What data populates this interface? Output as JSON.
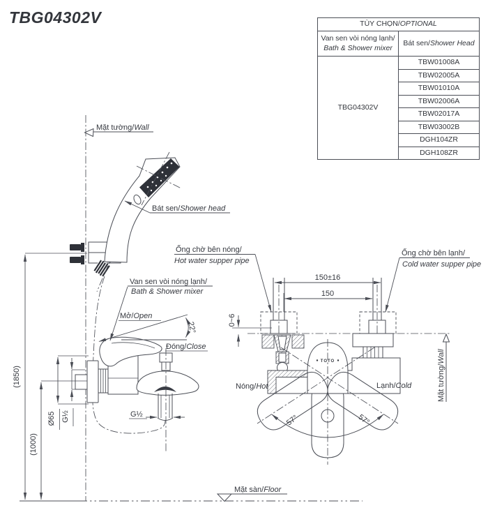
{
  "title": "TBG04302V",
  "logo": "TOTO",
  "table": {
    "header": {
      "vi": "TÙY CHỌN/",
      "en": "OPTIONAL"
    },
    "col_mixer": {
      "vi": "Van sen vòi nóng lạnh/",
      "en": "Bath & Shower mixer"
    },
    "col_head": {
      "vi": "Bát sen/",
      "en": "Shower Head"
    },
    "mixer_code": "TBG04302V",
    "shower_heads": [
      "TBW01008A",
      "TBW02005A",
      "TBW01010A",
      "TBW02006A",
      "TBW02017A",
      "TBW03002B",
      "DGH104ZR",
      "DGH108ZR"
    ]
  },
  "labels": {
    "wall": {
      "vi": "Mặt tường/",
      "en": "Wall"
    },
    "wall_side": {
      "vi": "Mặt tường/",
      "en": "Wall"
    },
    "floor": {
      "vi": "Mặt sàn/",
      "en": "Floor"
    },
    "shower_head": {
      "vi": "Bát sen/",
      "en": "Shower head"
    },
    "mixer": {
      "vi": "Van sen vòi nóng lạnh/",
      "en": "Bath & Shower mixer"
    },
    "hot_pipe": {
      "vi": "Ống chờ bên nóng/",
      "en": "Hot water supper pipe"
    },
    "cold_pipe": {
      "vi": "Ống chờ bên lạnh/",
      "en": "Cold water supper pipe"
    },
    "open": {
      "vi": "Mở/",
      "en": "Open"
    },
    "close": {
      "vi": "Đóng/",
      "en": "Close"
    },
    "hot": {
      "vi": "Nóng/",
      "en": "Hot"
    },
    "cold": {
      "vi": "Lạnh/",
      "en": "Cold"
    }
  },
  "dimensions": {
    "height_shower": "(1850)",
    "height_mixer": "(1000)",
    "flange_dia": "Ø65",
    "thread_wall": "G½",
    "thread_spout": "G½",
    "pipe_span_tol": "150±16",
    "pipe_span": "150",
    "wall_gap": "0~6",
    "open_angle": "22°",
    "swing_left": "57°",
    "swing_right": "57°"
  },
  "colors": {
    "line": "#4b4e56",
    "text": "#35383f",
    "dark_fill": "#2e3138"
  }
}
